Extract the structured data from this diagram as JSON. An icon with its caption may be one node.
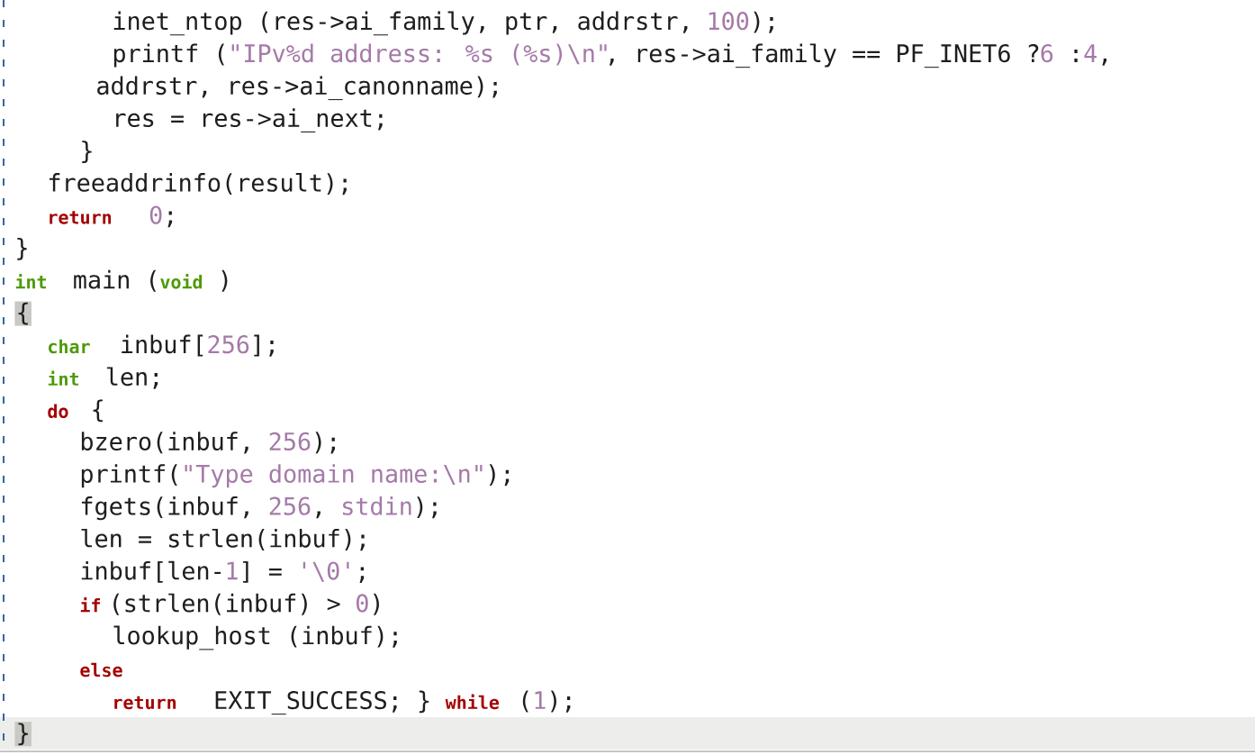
{
  "diagram": {
    "labels": [
      "inet_ntop (res->ai_family, ptr, addrstr,",
      "100",
      ");",
      "printf (",
      "\"IPv%d address: %s (%s)\\n\"",
      ", res->ai_family == PF_INET6 ?",
      "6",
      ":",
      "4",
      ",",
      "addrstr, res->ai_canonname);",
      "res = res->ai_next;",
      "}",
      "freeaddrinfo(result);",
      "return",
      "0",
      ";",
      "}",
      "int",
      "main (",
      "void",
      ")",
      "{",
      "char",
      "inbuf[",
      "256",
      "];",
      "int",
      "len;",
      "do",
      "{",
      "bzero(inbuf,",
      "256",
      ");",
      "printf(",
      "\"Type domain name:\\n\"",
      ");",
      "fgets(inbuf,",
      "256",
      ",",
      "stdin",
      ");",
      "len = strlen(inbuf);",
      "inbuf[len-",
      "1",
      "] =",
      "'\\0'",
      ";",
      "if",
      "(strlen(inbuf) >",
      "0",
      ")",
      "lookup_host (inbuf);",
      "else",
      "return",
      "EXIT_SUCCESS; }",
      "while",
      "(",
      "1",
      ");",
      "}"
    ]
  }
}
